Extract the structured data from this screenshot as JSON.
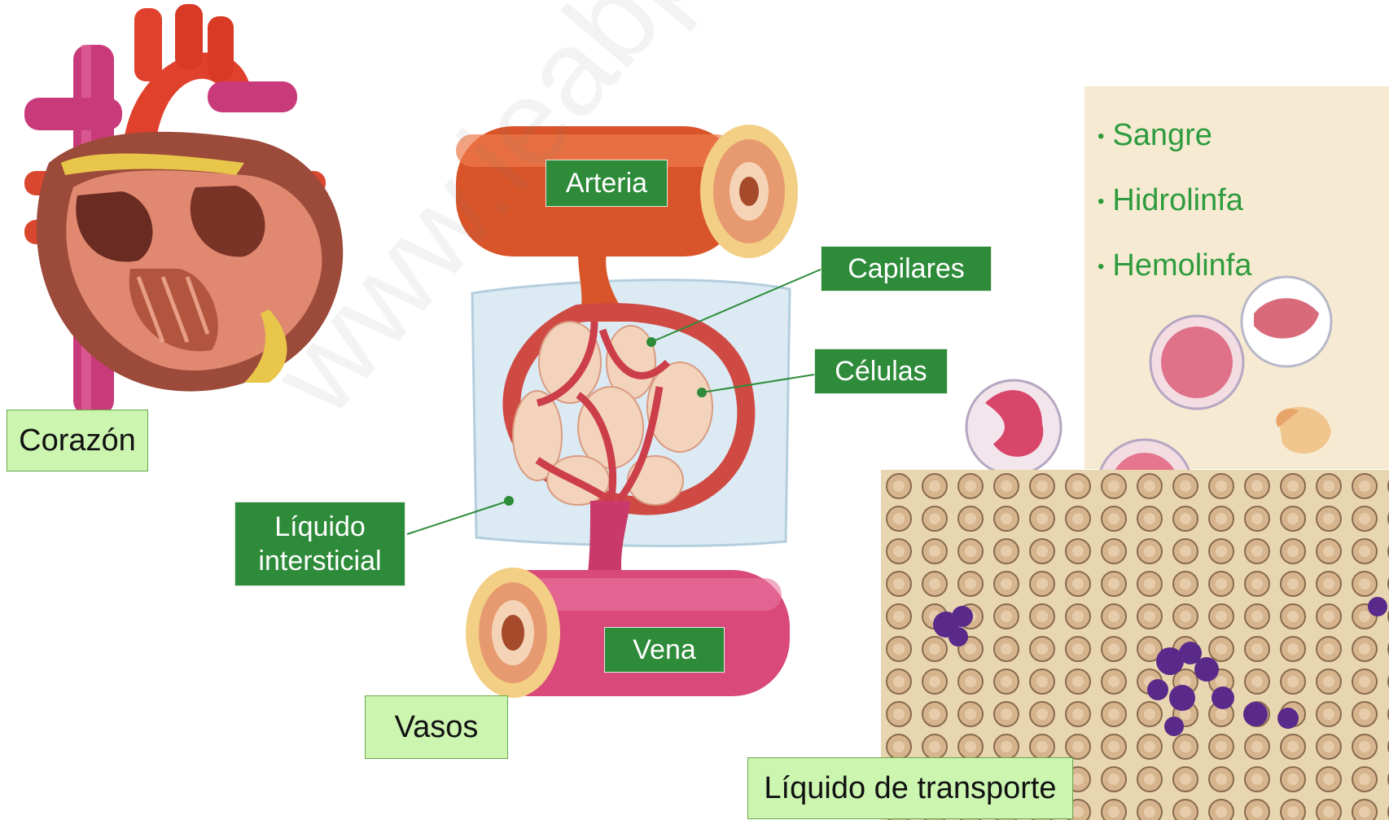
{
  "labels": {
    "arteria": "Arteria",
    "capilares": "Capilares",
    "celulas": "Células",
    "liquido_intersticial_line1": "Líquido",
    "liquido_intersticial_line2": "intersticial",
    "vena": "Vena",
    "corazon": "Corazón",
    "vasos": "Vasos",
    "liquido_transporte": "Líquido de transporte"
  },
  "fluid_types": [
    "Sangre",
    "Hidrolinfa",
    "Hemolinfa"
  ],
  "colors": {
    "dark_label_bg": "#2e8b3a",
    "light_label_bg": "#ccf5b0",
    "list_text": "#2e9b3e",
    "panel_bg": "#f6ebd2",
    "artery": "#e05a30",
    "vein": "#d94a7a",
    "smear_bg": "#e8d6b0"
  }
}
